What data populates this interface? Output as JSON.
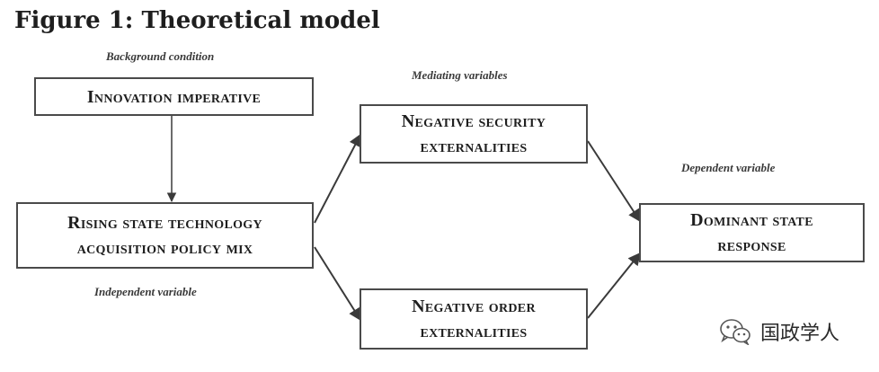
{
  "figure": {
    "title": "Figure 1: Theoretical model"
  },
  "annotations": {
    "background_condition": "Background condition",
    "mediating_variables": "Mediating variables",
    "dependent_variable": "Dependent variable",
    "independent_variable": "Independent variable"
  },
  "nodes": {
    "innovation_imperative": {
      "line1": "Innovation imperative"
    },
    "rising_state": {
      "line1": "Rising state technology",
      "line2": "acquisition policy mix"
    },
    "negative_security": {
      "line1": "Negative security",
      "line2": "externalities"
    },
    "negative_order": {
      "line1": "Negative order",
      "line2": "externalities"
    },
    "dominant_state": {
      "line1": "Dominant state",
      "line2": "response"
    }
  },
  "edges": [
    {
      "from": "Innovation imperative",
      "to": "Rising state technology acquisition policy mix"
    },
    {
      "from": "Rising state technology acquisition policy mix",
      "to": "Negative security externalities"
    },
    {
      "from": "Rising state technology acquisition policy mix",
      "to": "Negative order externalities"
    },
    {
      "from": "Negative security externalities",
      "to": "Dominant state response"
    },
    {
      "from": "Negative order externalities",
      "to": "Dominant state response"
    }
  ],
  "watermark": {
    "text": "国政学人",
    "icon": "wechat-icon"
  }
}
